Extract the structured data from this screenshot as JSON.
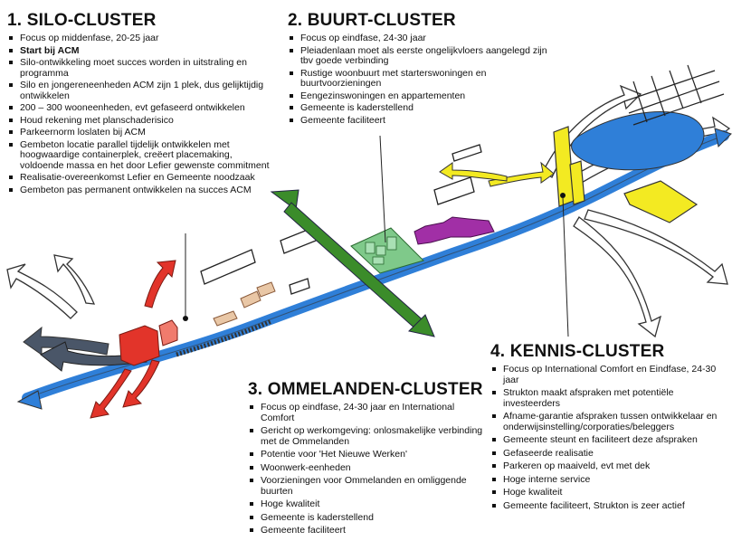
{
  "clusters": [
    {
      "title": "1. SILO-CLUSTER",
      "color": "#d93a2b",
      "items": [
        {
          "text": "Focus op middenfase, 20-25 jaar",
          "bold": false
        },
        {
          "text": "Start bij ACM",
          "bold": true
        },
        {
          "text": "Silo-ontwikkeling moet succes worden in uitstraling en programma",
          "bold": false
        },
        {
          "text": "Silo en jongereneenheden ACM zijn 1 plek, dus gelijktijdig ontwikkelen",
          "bold": false
        },
        {
          "text": "200 – 300 wooneenheden, evt gefaseerd ontwikkelen",
          "bold": false
        },
        {
          "text": "Houd rekening met planschaderisico",
          "bold": false
        },
        {
          "text": "Parkeernorm loslaten bij ACM",
          "bold": false
        },
        {
          "text": "Gembeton locatie parallel tijdelijk ontwikkelen met hoogwaardige containerplek, creëert placemaking, voldoende massa en het door Lefier gewenste commitment",
          "bold": false
        },
        {
          "text": "Realisatie-overeenkomst Lefier en Gemeente noodzaak",
          "bold": false
        },
        {
          "text": "Gembeton pas permanent ontwikkelen na succes ACM",
          "bold": false
        }
      ]
    },
    {
      "title": "2. BUURT-CLUSTER",
      "color": "#a12fa6",
      "items": [
        {
          "text": "Focus op eindfase, 24-30 jaar",
          "bold": false
        },
        {
          "text": "Pleiadenlaan moet als eerste ongelijkvloers aangelegd zijn tbv goede verbinding",
          "bold": false
        },
        {
          "text": "Rustige woonbuurt met starterswoningen en buurtvoorzieningen",
          "bold": false
        },
        {
          "text": "Eengezinswoningen en appartementen",
          "bold": false
        },
        {
          "text": "Gemeente is kaderstellend",
          "bold": false
        },
        {
          "text": "Gemeente faciliteert",
          "bold": false
        }
      ]
    },
    {
      "title": "3. OMMELANDEN-CLUSTER",
      "color": "#3d8a2a",
      "items": [
        {
          "text": "Focus op eindfase, 24-30 jaar en International Comfort",
          "bold": false
        },
        {
          "text": "Gericht op werkomgeving: onlosmakelijke verbinding met de Ommelanden",
          "bold": false
        },
        {
          "text": "Potentie voor 'Het Nieuwe Werken'",
          "bold": false
        },
        {
          "text": "Woonwerk-eenheden",
          "bold": false
        },
        {
          "text": "Voorzieningen voor Ommelanden en omliggende buurten",
          "bold": false
        },
        {
          "text": "Hoge kwaliteit",
          "bold": false
        },
        {
          "text": "Gemeente is kaderstellend",
          "bold": false
        },
        {
          "text": "Gemeente faciliteert",
          "bold": false
        }
      ]
    },
    {
      "title": "4. KENNIS-CLUSTER",
      "color": "#f2ea2a",
      "items": [
        {
          "text": "Focus op International Comfort en Eindfase, 24-30 jaar",
          "bold": false
        },
        {
          "text": "Strukton maakt afspraken met potentiële investeerders",
          "bold": false
        },
        {
          "text": "Afname-garantie afspraken tussen ontwikkelaar en onderwijsinstelling/corporaties/beleggers",
          "bold": false
        },
        {
          "text": "Gemeente steunt en faciliteert deze afspraken",
          "bold": false
        },
        {
          "text": "Gefaseerde realisatie",
          "bold": false
        },
        {
          "text": "Parkeren op maaiveld, evt met dek",
          "bold": false
        },
        {
          "text": "Hoge interne service",
          "bold": false
        },
        {
          "text": "Hoge kwaliteit",
          "bold": false
        },
        {
          "text": "Gemeente faciliteert, Strukton is zeer actief",
          "bold": false
        }
      ]
    }
  ],
  "colors": {
    "water": "#2f7fd8",
    "ommelanden_arrow": "#3b8c2a",
    "silo_block": "#e2342a",
    "buurt_block": "#a12fa6",
    "kennis_block": "#f3ea22",
    "green_zone": "#7fc98a",
    "grey_arrow": "#4a5668"
  }
}
